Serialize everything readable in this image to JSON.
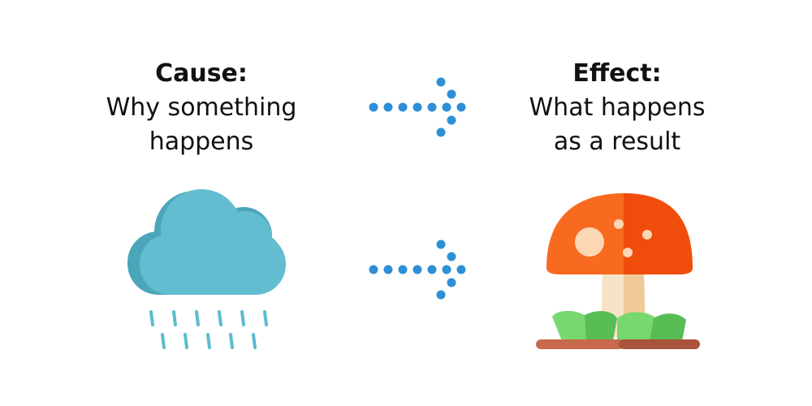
{
  "cause": {
    "heading": "Cause:",
    "lines": [
      "Why something",
      "happens"
    ]
  },
  "effect": {
    "heading": "Effect:",
    "lines": [
      "What happens",
      "as a result"
    ]
  },
  "colors": {
    "arrow": "#2e8fd6",
    "cloud_light": "#62bdd0",
    "cloud_dark": "#4ca6ba",
    "rain": "#5bbccf",
    "cap_left": "#f86a20",
    "cap_right": "#f04d0c",
    "spots": "#fbd7b5",
    "stem_left": "#f7e3c8",
    "stem_right": "#f0c999",
    "grass_light": "#77d86f",
    "grass_dark": "#59bd56",
    "ground_left": "#c8694b",
    "ground_right": "#a9533a"
  },
  "icons": {
    "cause_icon": "rain-cloud-icon",
    "effect_icon": "mushroom-icon",
    "arrow_icon": "dotted-arrow-right-icon"
  }
}
